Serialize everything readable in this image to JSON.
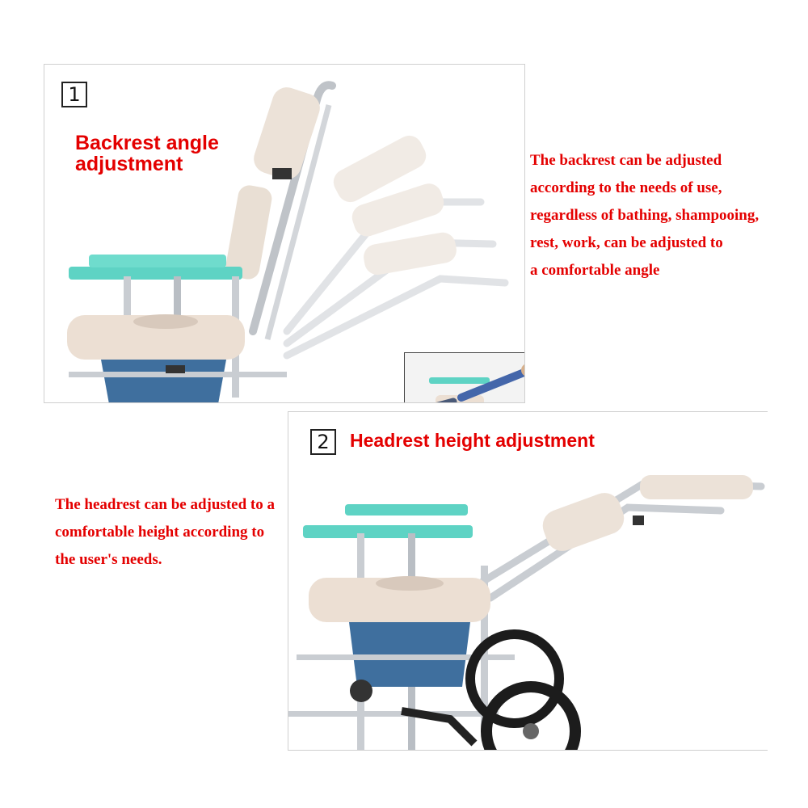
{
  "panel1": {
    "number": "1",
    "title_line1": "Backrest angle",
    "title_line2": "adjustment",
    "description": "The backrest can be adjusted\naccording to the needs of use,\nregardless of bathing, shampooing,\nrest, work, can be adjusted to\na comfortable angle"
  },
  "panel2": {
    "number": "2",
    "title": "Headrest height adjustment",
    "description": "The headrest can be adjusted to a\ncomfortable height according to\nthe user's needs."
  },
  "colors": {
    "accent_red": "#e40000",
    "armrest_teal": "#5ed3c4",
    "seat_cream": "#ecdfd3",
    "bucket_blue": "#3f6f9e",
    "frame_silver": "#c9cdd2"
  }
}
